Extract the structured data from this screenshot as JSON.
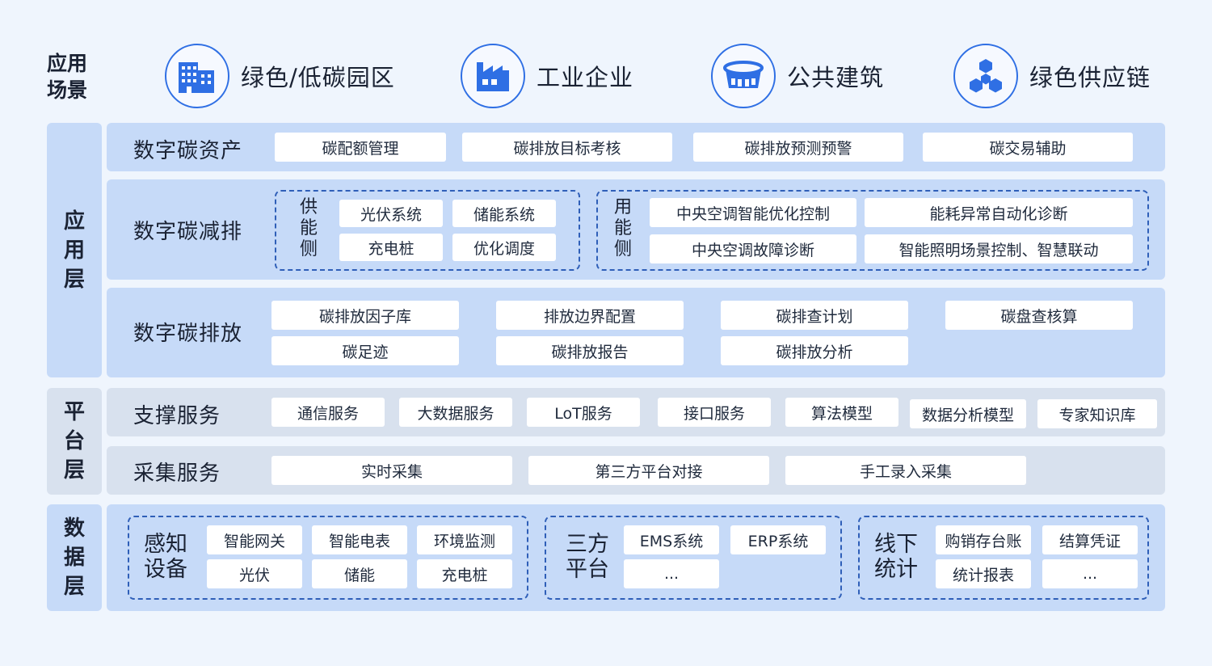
{
  "scenarios": {
    "label": "应用场景",
    "items": [
      {
        "label": "绿色/低碳园区",
        "icon": "building-icon"
      },
      {
        "label": "工业企业",
        "icon": "factory-icon"
      },
      {
        "label": "公共建筑",
        "icon": "stadium-icon"
      },
      {
        "label": "绿色供应链",
        "icon": "network-cubes-icon"
      }
    ]
  },
  "layers": {
    "application": "应用层",
    "platform": "平台层",
    "data": "数据层"
  },
  "digital_carbon_assets": {
    "title": "数字碳资产",
    "items": [
      "碳配额管理",
      "碳排放目标考核",
      "碳排放预测预警",
      "碳交易辅助"
    ]
  },
  "digital_carbon_reduction": {
    "title": "数字碳减排",
    "supply_side": {
      "label": "供能侧",
      "items": [
        "光伏系统",
        "储能系统",
        "充电桩",
        "优化调度"
      ]
    },
    "demand_side": {
      "label": "用能侧",
      "items": [
        "中央空调智能优化控制",
        "能耗异常自动化诊断",
        "中央空调故障诊断",
        "智能照明场景控制、智慧联动"
      ]
    }
  },
  "digital_carbon_emission": {
    "title": "数字碳排放",
    "items": [
      "碳排放因子库",
      "排放边界配置",
      "碳排查计划",
      "碳盘查核算",
      "碳足迹",
      "碳排放报告",
      "碳排放分析"
    ]
  },
  "support_services": {
    "title": "支撑服务",
    "items": [
      "通信服务",
      "大数据服务",
      "LoT服务",
      "接口服务",
      "算法模型",
      "数据分析模型",
      "专家知识库"
    ]
  },
  "collection_services": {
    "title": "采集服务",
    "items": [
      "实时采集",
      "第三方平台对接",
      "手工录入采集"
    ]
  },
  "data_sources": {
    "sensing": {
      "label": "感知设备",
      "items": [
        "智能网关",
        "智能电表",
        "环境监测",
        "光伏",
        "储能",
        "充电桩"
      ]
    },
    "third_party": {
      "label": "三方平台",
      "items": [
        "EMS系统",
        "ERP系统",
        "..."
      ]
    },
    "offline": {
      "label": "线下统计",
      "items": [
        "购销存台账",
        "结算凭证",
        "统计报表",
        "..."
      ]
    }
  },
  "colors": {
    "accent": "#2f6fe4",
    "layer_bg": "#c6daf8",
    "platform_bg": "#d8e1ee",
    "page_bg": "#eff5fd"
  }
}
